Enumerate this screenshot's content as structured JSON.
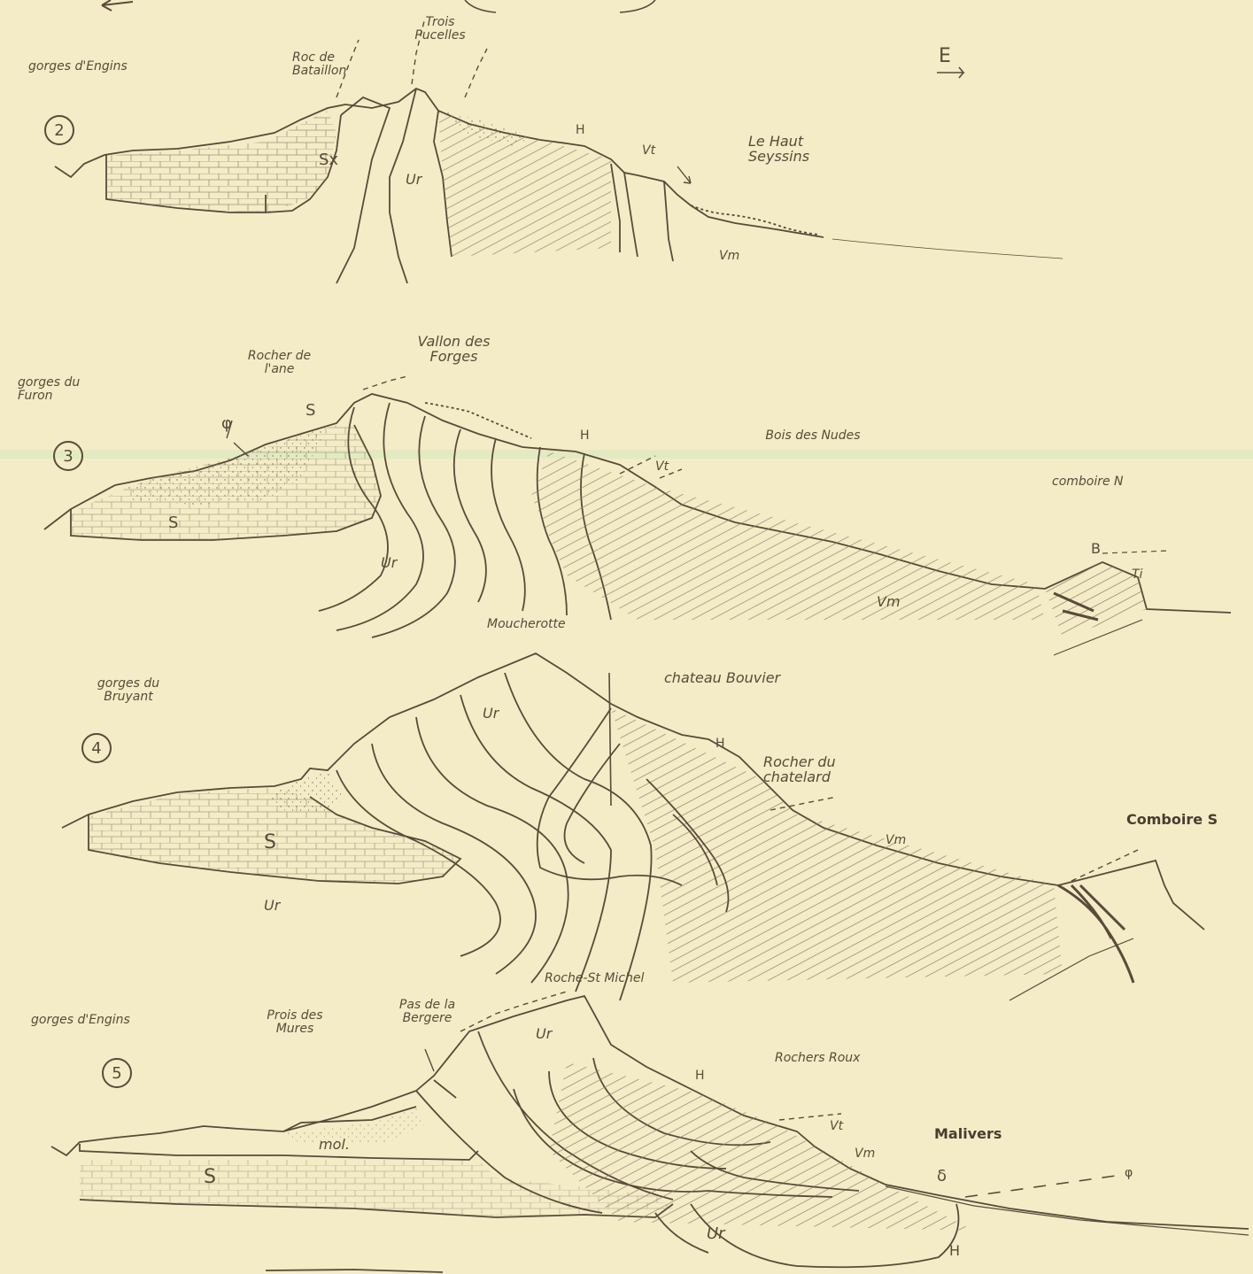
{
  "compass": {
    "east": "E"
  },
  "sections": [
    {
      "number": "2",
      "labels": {
        "gorges": "gorges d'Engins",
        "roc": "Roc de Bataillon",
        "trois": "Trois Pucelles",
        "sx": "Sx",
        "ur": "Ur",
        "h": "H",
        "vt": "Vt",
        "haut": "Le Haut Seyssins",
        "vm": "Vm"
      }
    },
    {
      "number": "3",
      "labels": {
        "gorges": "gorges du Furon",
        "rocher": "Rocher de l'ane",
        "vallon": "Vallon des Forges",
        "phi": "φ",
        "s_top": "S",
        "s_bottom": "S",
        "ur": "Ur",
        "h": "H",
        "vt": "Vt",
        "bois": "Bois des Nudes",
        "comboire_n": "comboire N",
        "b": "B",
        "ti": "Ti",
        "vm": "Vm"
      }
    },
    {
      "number": "4",
      "labels": {
        "moucherotte": "Moucherotte",
        "gorges": "gorges du Bruyant",
        "chateau": "chateau Bouvier",
        "ur_top": "Ur",
        "h": "H",
        "rocher": "Rocher du chatelard",
        "comboire_s": "Comboire S",
        "vm": "Vm",
        "s": "S",
        "ur_bottom": "Ur"
      }
    },
    {
      "number": "5",
      "labels": {
        "roche": "Roche-St Michel",
        "gorges": "gorges d'Engins",
        "prois": "Prois des Mures",
        "pas": "Pas de la Bergere",
        "ur_top": "Ur",
        "rochers": "Rochers Roux",
        "h_top": "H",
        "vt": "Vt",
        "malivers": "Malivers",
        "vm": "Vm",
        "mol": "mol.",
        "s": "S",
        "fault": "δ",
        "phi": "φ",
        "ur_bottom": "Ur",
        "h_bottom": "H"
      }
    }
  ],
  "colors": {
    "paper": "#f3ecc6",
    "ink": "#5a4a3a",
    "stripe": "#d8e6b8"
  }
}
